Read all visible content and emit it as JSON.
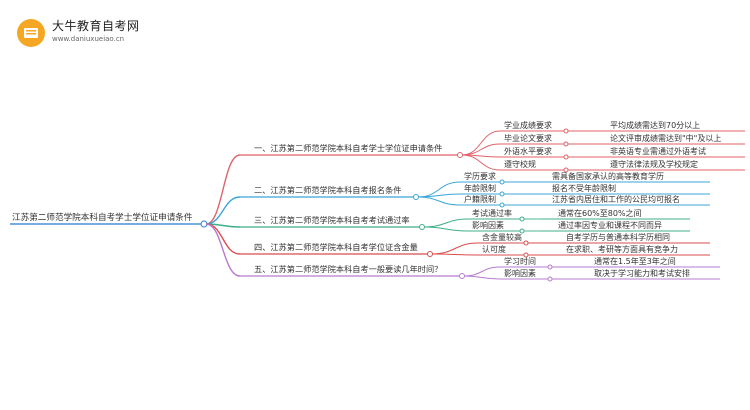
{
  "logo": {
    "title": "大牛教育自考网",
    "url": "www.daniuxueiao.cn"
  },
  "mindmap": {
    "root": "江苏第二师范学院本科自考学士学位证申请条件",
    "colors": {
      "root": "#4a90d9",
      "branch1": "#e0626a",
      "branch2": "#3aa5d6",
      "branch3": "#3fae8a",
      "branch4": "#d94e4e",
      "branch5": "#b97ad0"
    },
    "branches": [
      {
        "label": "一、江苏第二师范学院本科自考学士学位证申请条件",
        "children": [
          {
            "label": "学业成绩要求",
            "detail": "平均成绩需达到70分以上"
          },
          {
            "label": "毕业论文要求",
            "detail": "论文评审成绩需达到\"中\"及以上"
          },
          {
            "label": "外语水平要求",
            "detail": "非英语专业需通过外语考试"
          },
          {
            "label": "遵守校规",
            "detail": "遵守法律法规及学校规定"
          }
        ]
      },
      {
        "label": "二、江苏第二师范学院本科自考报名条件",
        "children": [
          {
            "label": "学历要求",
            "detail": "需具备国家承认的高等教育学历"
          },
          {
            "label": "年龄限制",
            "detail": "报名不受年龄限制"
          },
          {
            "label": "户籍限制",
            "detail": "江苏省内居住和工作的公民均可报名"
          }
        ]
      },
      {
        "label": "三、江苏第二师范学院本科自考考试通过率",
        "children": [
          {
            "label": "考试通过率",
            "detail": "通常在60%至80%之间"
          },
          {
            "label": "影响因素",
            "detail": "通过率因专业和课程不同而异"
          }
        ]
      },
      {
        "label": "四、江苏第二师范学院本科自考学位证含金量",
        "children": [
          {
            "label": "含金量较高",
            "detail": "自考学历与普通本科学历相同"
          },
          {
            "label": "认可度",
            "detail": "在求职、考研等方面具有竞争力"
          }
        ]
      },
      {
        "label": "五、江苏第二师范学院本科自考一般要读几年时间？",
        "children": [
          {
            "label": "学习时间",
            "detail": "通常在1.5年至3年之间"
          },
          {
            "label": "影响因素",
            "detail": "取决于学习能力和考试安排"
          }
        ]
      }
    ]
  }
}
